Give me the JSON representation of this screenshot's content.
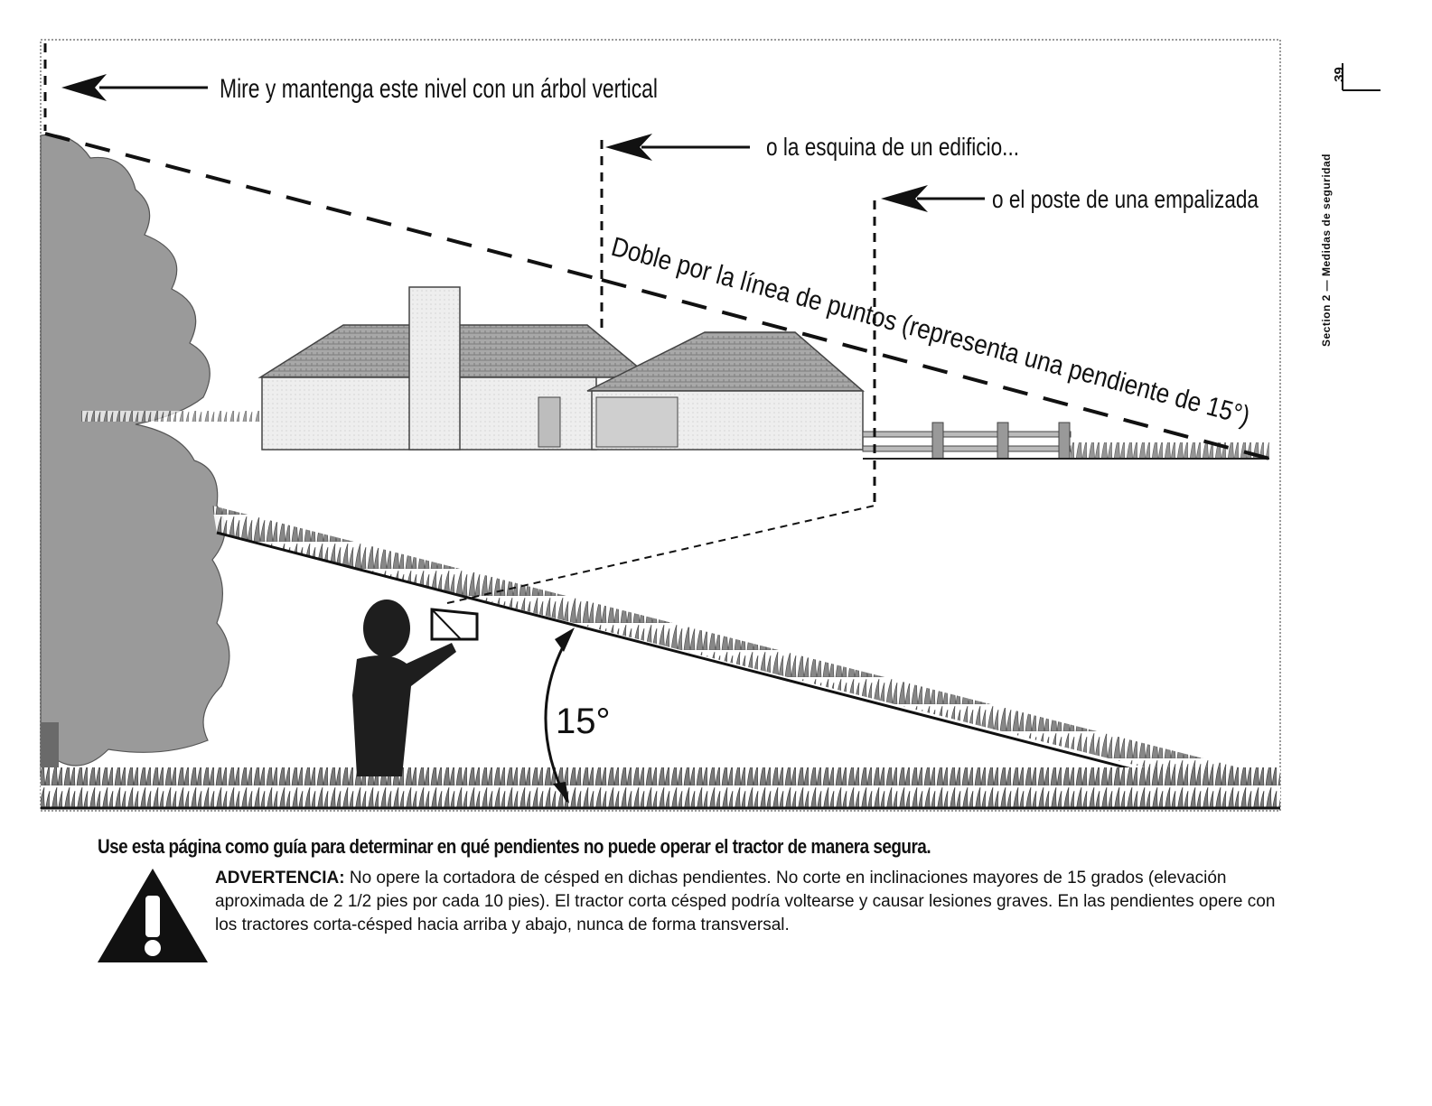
{
  "page": {
    "number": "39",
    "section": "Section 2 — Medidas de seguridad"
  },
  "figure": {
    "callout_tree": "Mire y mantenga este nivel con un árbol vertical",
    "callout_building": "o la esquina de un edificio...",
    "callout_fence": "o el poste de una empalizada",
    "fold_line_text": "Doble por la línea de puntos (representa una pendiente de 15°)",
    "angle_label": "15°"
  },
  "guide": {
    "heading": "Use esta página como guía para determinar en qué pendientes no puede operar el tractor de manera segura."
  },
  "warning": {
    "label": "ADVERTENCIA:",
    "text": " No opere la cortadora de césped en dichas pendientes. No corte en inclinaciones mayores de 15 grados (elevación aproximada de 2 1/2 pies por cada 10 pies). El tractor corta césped podría voltearse y causar lesiones graves. En las pendientes opere con los tractores corta-césped hacia arriba y abajo, nunca de forma transversal."
  },
  "icons": {
    "warning": "warning-triangle-icon",
    "arrow": "arrow-left-icon"
  },
  "colors": {
    "ink": "#111111",
    "gray_fill": "#9a9a9a",
    "light_gray": "#d8d8d8"
  }
}
